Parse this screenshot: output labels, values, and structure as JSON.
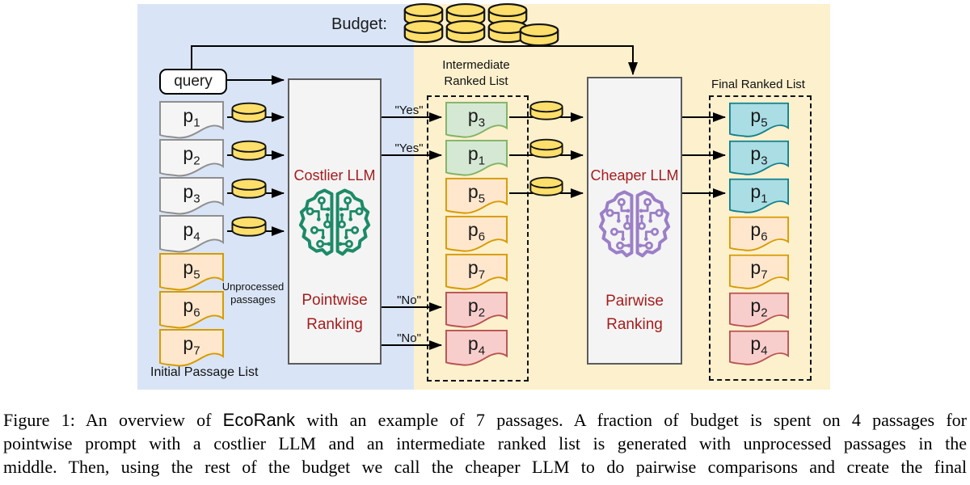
{
  "figure": {
    "budget_label": "Budget:",
    "query_label": "query",
    "decisions": [
      "\"Yes\"",
      "\"Yes\"",
      "\"No\"",
      "\"No\""
    ],
    "initial_list": {
      "caption": "Initial Passage List",
      "unprocessed_note_line1": "Unprocessed",
      "unprocessed_note_line2": "passages",
      "items": [
        {
          "base": "p",
          "sub": "1",
          "color": "gray"
        },
        {
          "base": "p",
          "sub": "2",
          "color": "gray"
        },
        {
          "base": "p",
          "sub": "3",
          "color": "gray"
        },
        {
          "base": "p",
          "sub": "4",
          "color": "gray"
        },
        {
          "base": "p",
          "sub": "5",
          "color": "orange"
        },
        {
          "base": "p",
          "sub": "6",
          "color": "orange"
        },
        {
          "base": "p",
          "sub": "7",
          "color": "orange"
        }
      ]
    },
    "costlier_llm": {
      "title": "Costlier LLM",
      "method_line1": "Pointwise",
      "method_line2": "Ranking",
      "icon": "brain-circuit-icon",
      "icon_color": "#1c8a68"
    },
    "intermediate_list": {
      "title_line1": "Intermediate",
      "title_line2": "Ranked List",
      "items": [
        {
          "base": "p",
          "sub": "3",
          "color": "green"
        },
        {
          "base": "p",
          "sub": "1",
          "color": "green"
        },
        {
          "base": "p",
          "sub": "5",
          "color": "orange"
        },
        {
          "base": "p",
          "sub": "6",
          "color": "orange"
        },
        {
          "base": "p",
          "sub": "7",
          "color": "orange"
        },
        {
          "base": "p",
          "sub": "2",
          "color": "pink"
        },
        {
          "base": "p",
          "sub": "4",
          "color": "pink"
        }
      ]
    },
    "cheaper_llm": {
      "title": "Cheaper LLM",
      "method_line1": "Pairwise",
      "method_line2": "Ranking",
      "icon": "brain-circuit-icon",
      "icon_color": "#9b7fc7"
    },
    "final_list": {
      "title": "Final Ranked List",
      "items": [
        {
          "base": "p",
          "sub": "5",
          "color": "teal"
        },
        {
          "base": "p",
          "sub": "3",
          "color": "teal"
        },
        {
          "base": "p",
          "sub": "1",
          "color": "teal"
        },
        {
          "base": "p",
          "sub": "6",
          "color": "orange"
        },
        {
          "base": "p",
          "sub": "7",
          "color": "orange"
        },
        {
          "base": "p",
          "sub": "2",
          "color": "pink"
        },
        {
          "base": "p",
          "sub": "4",
          "color": "pink"
        }
      ]
    },
    "colors": {
      "stage_left_bg": "#d9e5f6",
      "stage_right_bg": "#fcf0cd",
      "llm_text": "#a51d1d",
      "coin_fill": "#ffdf6b",
      "passage_gray_fill": "#f5f5f5",
      "passage_orange_fill": "#ffe7cd",
      "passage_orange_stroke": "#d79b00",
      "passage_green_fill": "#d5e8d4",
      "passage_green_stroke": "#82b366",
      "passage_pink_fill": "#f8cecc",
      "passage_pink_stroke": "#b85450",
      "passage_teal_fill": "#aadde4",
      "passage_teal_stroke": "#10808c"
    }
  },
  "caption": {
    "line1_pre": "Figure 1: An overview of ",
    "line1_brand": "EcoRank",
    "line1_post": " with an example of 7 passages. A fraction of budget is spent on 4 passages for",
    "line2": "pointwise prompt with a costlier LLM and an intermediate ranked list is generated with unprocessed passages in the",
    "line3": "middle. Then, using the rest of the budget we call the cheaper LLM to do pairwise comparisons and create the final"
  }
}
